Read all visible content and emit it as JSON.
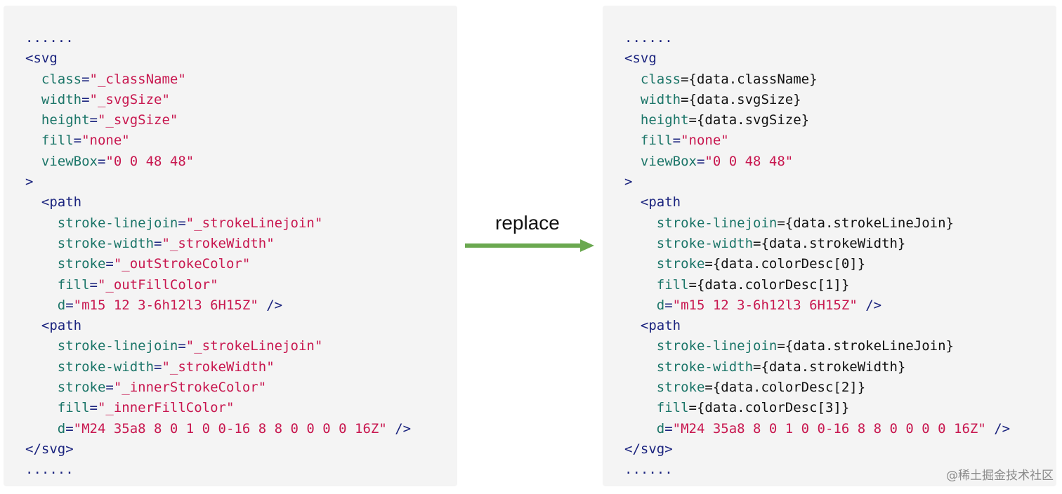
{
  "left_panel": {
    "lines": [
      [
        {
          "t": "......",
          "c": "tag"
        }
      ],
      [
        {
          "t": "<svg",
          "c": "tag"
        }
      ],
      [
        {
          "t": "  class",
          "c": "attr"
        },
        {
          "t": "=",
          "c": "tag"
        },
        {
          "t": "\"_className\"",
          "c": "str"
        }
      ],
      [
        {
          "t": "  width",
          "c": "attr"
        },
        {
          "t": "=",
          "c": "tag"
        },
        {
          "t": "\"_svgSize\"",
          "c": "str"
        }
      ],
      [
        {
          "t": "  height",
          "c": "attr"
        },
        {
          "t": "=",
          "c": "tag"
        },
        {
          "t": "\"_svgSize\"",
          "c": "str"
        }
      ],
      [
        {
          "t": "  fill",
          "c": "attr"
        },
        {
          "t": "=",
          "c": "tag"
        },
        {
          "t": "\"none\"",
          "c": "str"
        }
      ],
      [
        {
          "t": "  viewBox",
          "c": "attr"
        },
        {
          "t": "=",
          "c": "tag"
        },
        {
          "t": "\"0 0 48 48\"",
          "c": "str"
        }
      ],
      [
        {
          "t": ">",
          "c": "tag"
        }
      ],
      [
        {
          "t": "  <path",
          "c": "tag"
        }
      ],
      [
        {
          "t": "    stroke-linejoin",
          "c": "attr"
        },
        {
          "t": "=",
          "c": "tag"
        },
        {
          "t": "\"_strokeLinejoin\"",
          "c": "str"
        }
      ],
      [
        {
          "t": "    stroke-width",
          "c": "attr"
        },
        {
          "t": "=",
          "c": "tag"
        },
        {
          "t": "\"_strokeWidth\"",
          "c": "str"
        }
      ],
      [
        {
          "t": "    stroke",
          "c": "attr"
        },
        {
          "t": "=",
          "c": "tag"
        },
        {
          "t": "\"_outStrokeColor\"",
          "c": "str"
        }
      ],
      [
        {
          "t": "    fill",
          "c": "attr"
        },
        {
          "t": "=",
          "c": "tag"
        },
        {
          "t": "\"_outFillColor\"",
          "c": "str"
        }
      ],
      [
        {
          "t": "    d",
          "c": "attr"
        },
        {
          "t": "=",
          "c": "tag"
        },
        {
          "t": "\"m15 12 3-6h12l3 6H15Z\"",
          "c": "str"
        },
        {
          "t": " />",
          "c": "tag"
        }
      ],
      [
        {
          "t": "  <path",
          "c": "tag"
        }
      ],
      [
        {
          "t": "    stroke-linejoin",
          "c": "attr"
        },
        {
          "t": "=",
          "c": "tag"
        },
        {
          "t": "\"_strokeLinejoin\"",
          "c": "str"
        }
      ],
      [
        {
          "t": "    stroke-width",
          "c": "attr"
        },
        {
          "t": "=",
          "c": "tag"
        },
        {
          "t": "\"_strokeWidth\"",
          "c": "str"
        }
      ],
      [
        {
          "t": "    stroke",
          "c": "attr"
        },
        {
          "t": "=",
          "c": "tag"
        },
        {
          "t": "\"_innerStrokeColor\"",
          "c": "str"
        }
      ],
      [
        {
          "t": "    fill",
          "c": "attr"
        },
        {
          "t": "=",
          "c": "tag"
        },
        {
          "t": "\"_innerFillColor\"",
          "c": "str"
        }
      ],
      [
        {
          "t": "    d",
          "c": "attr"
        },
        {
          "t": "=",
          "c": "tag"
        },
        {
          "t": "\"M24 35a8 8 0 1 0 0-16 8 8 0 0 0 0 16Z\"",
          "c": "str"
        },
        {
          "t": " />",
          "c": "tag"
        }
      ],
      [
        {
          "t": "</svg>",
          "c": "tag"
        }
      ],
      [
        {
          "t": "......",
          "c": "tag"
        }
      ]
    ]
  },
  "right_panel": {
    "lines": [
      [
        {
          "t": "......",
          "c": "tag"
        }
      ],
      [
        {
          "t": "<svg",
          "c": "tag"
        }
      ],
      [
        {
          "t": "  class",
          "c": "attr"
        },
        {
          "t": "={data.className}",
          "c": "plain"
        }
      ],
      [
        {
          "t": "  width",
          "c": "attr"
        },
        {
          "t": "={data.svgSize}",
          "c": "plain"
        }
      ],
      [
        {
          "t": "  height",
          "c": "attr"
        },
        {
          "t": "={data.svgSize}",
          "c": "plain"
        }
      ],
      [
        {
          "t": "  fill",
          "c": "attr"
        },
        {
          "t": "=",
          "c": "tag"
        },
        {
          "t": "\"none\"",
          "c": "str"
        }
      ],
      [
        {
          "t": "  viewBox",
          "c": "attr"
        },
        {
          "t": "=",
          "c": "tag"
        },
        {
          "t": "\"0 0 48 48\"",
          "c": "str"
        }
      ],
      [
        {
          "t": ">",
          "c": "tag"
        }
      ],
      [
        {
          "t": "  <path",
          "c": "tag"
        }
      ],
      [
        {
          "t": "    stroke-linejoin",
          "c": "attr"
        },
        {
          "t": "={data.strokeLineJoin}",
          "c": "plain"
        }
      ],
      [
        {
          "t": "    stroke-width",
          "c": "attr"
        },
        {
          "t": "={data.strokeWidth}",
          "c": "plain"
        }
      ],
      [
        {
          "t": "    stroke",
          "c": "attr"
        },
        {
          "t": "={data.colorDesc[0]}",
          "c": "plain"
        }
      ],
      [
        {
          "t": "    fill",
          "c": "attr"
        },
        {
          "t": "={data.colorDesc[1]}",
          "c": "plain"
        }
      ],
      [
        {
          "t": "    d",
          "c": "attr"
        },
        {
          "t": "=",
          "c": "tag"
        },
        {
          "t": "\"m15 12 3-6h12l3 6H15Z\"",
          "c": "str"
        },
        {
          "t": " />",
          "c": "tag"
        }
      ],
      [
        {
          "t": "  <path",
          "c": "tag"
        }
      ],
      [
        {
          "t": "    stroke-linejoin",
          "c": "attr"
        },
        {
          "t": "={data.strokeLineJoin}",
          "c": "plain"
        }
      ],
      [
        {
          "t": "    stroke-width",
          "c": "attr"
        },
        {
          "t": "={data.strokeWidth}",
          "c": "plain"
        }
      ],
      [
        {
          "t": "    stroke",
          "c": "attr"
        },
        {
          "t": "={data.colorDesc[2]}",
          "c": "plain"
        }
      ],
      [
        {
          "t": "    fill",
          "c": "attr"
        },
        {
          "t": "={data.colorDesc[3]}",
          "c": "plain"
        }
      ],
      [
        {
          "t": "    d",
          "c": "attr"
        },
        {
          "t": "=",
          "c": "tag"
        },
        {
          "t": "\"M24 35a8 8 0 1 0 0-16 8 8 0 0 0 0 16Z\"",
          "c": "str"
        },
        {
          "t": " />",
          "c": "tag"
        }
      ],
      [
        {
          "t": "</svg>",
          "c": "tag"
        }
      ],
      [
        {
          "t": "......",
          "c": "tag"
        }
      ]
    ]
  },
  "arrow": {
    "label": "replace",
    "color": "#6aa84f"
  },
  "watermark": "@稀土掘金技术社区",
  "colors": {
    "panel_bg": "#f4f4f4",
    "tag": "#1a237e",
    "attr": "#1b7568",
    "str": "#c8174f",
    "plain": "#111111"
  }
}
